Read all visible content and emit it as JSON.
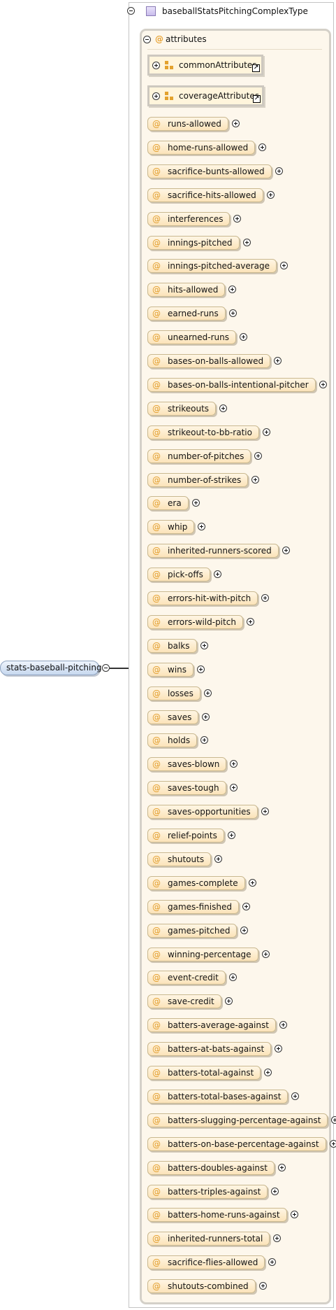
{
  "root_element": {
    "name": "stats-baseball-pitching",
    "toggle": "collapse-icon"
  },
  "complex_type": {
    "name": "baseballStatsPitchingComplexType",
    "icon": "complex-type-icon",
    "toggle": "collapse-icon"
  },
  "attributes_group": {
    "label": "attributes",
    "icon_symbol": "@",
    "toggle": "collapse-icon"
  },
  "attribute_groups": [
    {
      "name": "commonAttributes",
      "icon": "attribute-group-icon",
      "link_icon": "reference-link-icon",
      "link_glyph": "↗"
    },
    {
      "name": "coverageAttributes",
      "icon": "attribute-group-icon",
      "link_icon": "reference-link-icon",
      "link_glyph": "↗"
    }
  ],
  "attribute_symbol": "@",
  "attributes": [
    "runs-allowed",
    "home-runs-allowed",
    "sacrifice-bunts-allowed",
    "sacrifice-hits-allowed",
    "interferences",
    "innings-pitched",
    "innings-pitched-average",
    "hits-allowed",
    "earned-runs",
    "unearned-runs",
    "bases-on-balls-allowed",
    "bases-on-balls-intentional-pitcher",
    "strikeouts",
    "strikeout-to-bb-ratio",
    "number-of-pitches",
    "number-of-strikes",
    "era",
    "whip",
    "inherited-runners-scored",
    "pick-offs",
    "errors-hit-with-pitch",
    "errors-wild-pitch",
    "balks",
    "wins",
    "losses",
    "saves",
    "holds",
    "saves-blown",
    "saves-tough",
    "saves-opportunities",
    "relief-points",
    "shutouts",
    "games-complete",
    "games-finished",
    "games-pitched",
    "winning-percentage",
    "event-credit",
    "save-credit",
    "batters-average-against",
    "batters-at-bats-against",
    "batters-total-against",
    "batters-total-bases-against",
    "batters-slugging-percentage-against",
    "batters-on-base-percentage-against",
    "batters-doubles-against",
    "batters-triples-against",
    "batters-home-runs-against",
    "inherited-runners-total",
    "sacrifice-flies-allowed",
    "shutouts-combined"
  ],
  "colors": {
    "attribute_symbol": "#e39d2a",
    "attribute_fill": "#fbe3b9",
    "group_background": "#fdf7ec",
    "root_element_fill": "#c7d8ef"
  }
}
